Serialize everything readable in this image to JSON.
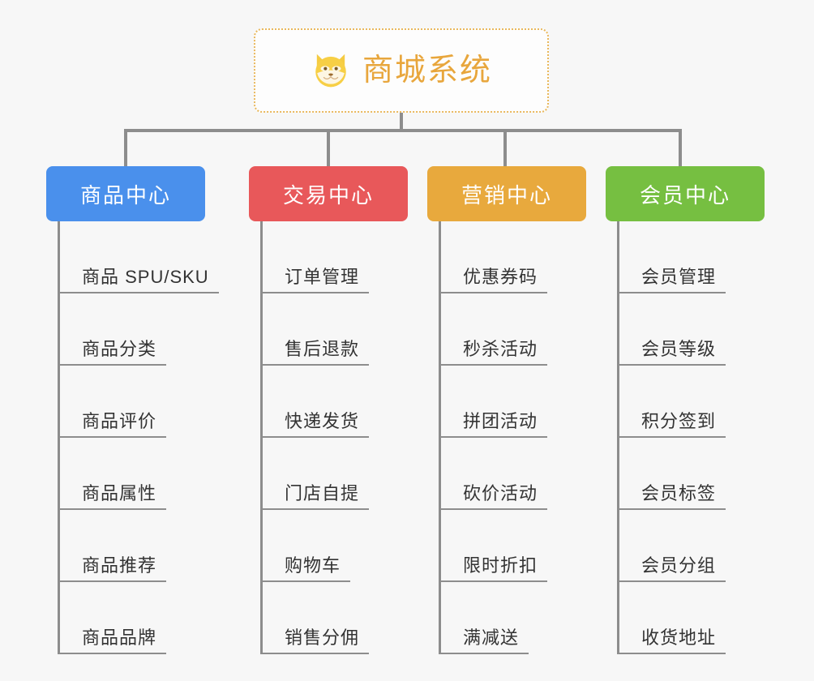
{
  "diagram": {
    "type": "org-tree",
    "background_color": "#f7f7f7",
    "connector_color": "#8d8d8d",
    "root": {
      "title": "商城系统",
      "icon": "shiba-dog-emoji",
      "title_color": "#e8a63c",
      "border_color": "#e9b85c",
      "background_color": "#fdfdfd"
    },
    "categories": [
      {
        "label": "商品中心",
        "color": "#4a90ec",
        "items": [
          "商品 SPU/SKU",
          "商品分类",
          "商品评价",
          "商品属性",
          "商品推荐",
          "商品品牌"
        ]
      },
      {
        "label": "交易中心",
        "color": "#e8585a",
        "items": [
          "订单管理",
          "售后退款",
          "快递发货",
          "门店自提",
          "购物车",
          "销售分佣"
        ]
      },
      {
        "label": "营销中心",
        "color": "#e8a93d",
        "items": [
          "优惠券码",
          "秒杀活动",
          "拼团活动",
          "砍价活动",
          "限时折扣",
          "满减送"
        ]
      },
      {
        "label": "会员中心",
        "color": "#76bf41",
        "items": [
          "会员管理",
          "会员等级",
          "积分签到",
          "会员标签",
          "会员分组",
          "收货地址"
        ]
      }
    ]
  }
}
